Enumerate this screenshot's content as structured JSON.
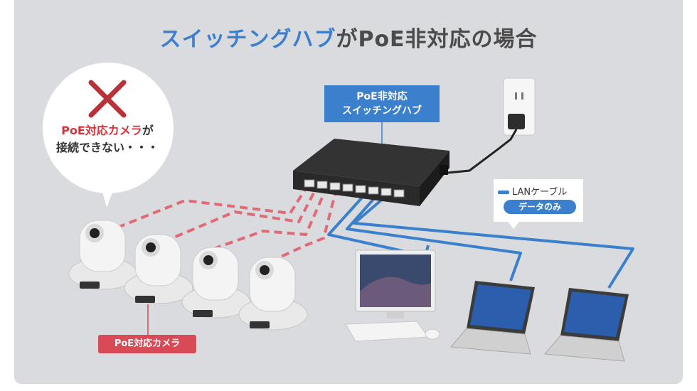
{
  "title": {
    "accent": "スイッチングハブ",
    "rest": "がPoE非対応の場合"
  },
  "bubble": {
    "line1_red": "PoE対応カメラ",
    "line1_rest": "が",
    "line2": "接続できない・・・"
  },
  "switch_label": {
    "line1": "PoE非対応",
    "line2": "スイッチングハブ"
  },
  "camera_label": "PoE対応カメラ",
  "legend": {
    "lan_cable": "LANケーブル",
    "data_only": "データのみ"
  },
  "icons": [
    "cross-icon",
    "outlet-icon",
    "power-plug-icon",
    "switching-hub-icon",
    "camera-icon",
    "desktop-pc-icon",
    "laptop-icon"
  ],
  "colors": {
    "accent": "#3d7fcf",
    "alert": "#d6323c",
    "cable": "#3b80cc",
    "dashed": "#e06a75",
    "background": "#d9dbdf"
  }
}
